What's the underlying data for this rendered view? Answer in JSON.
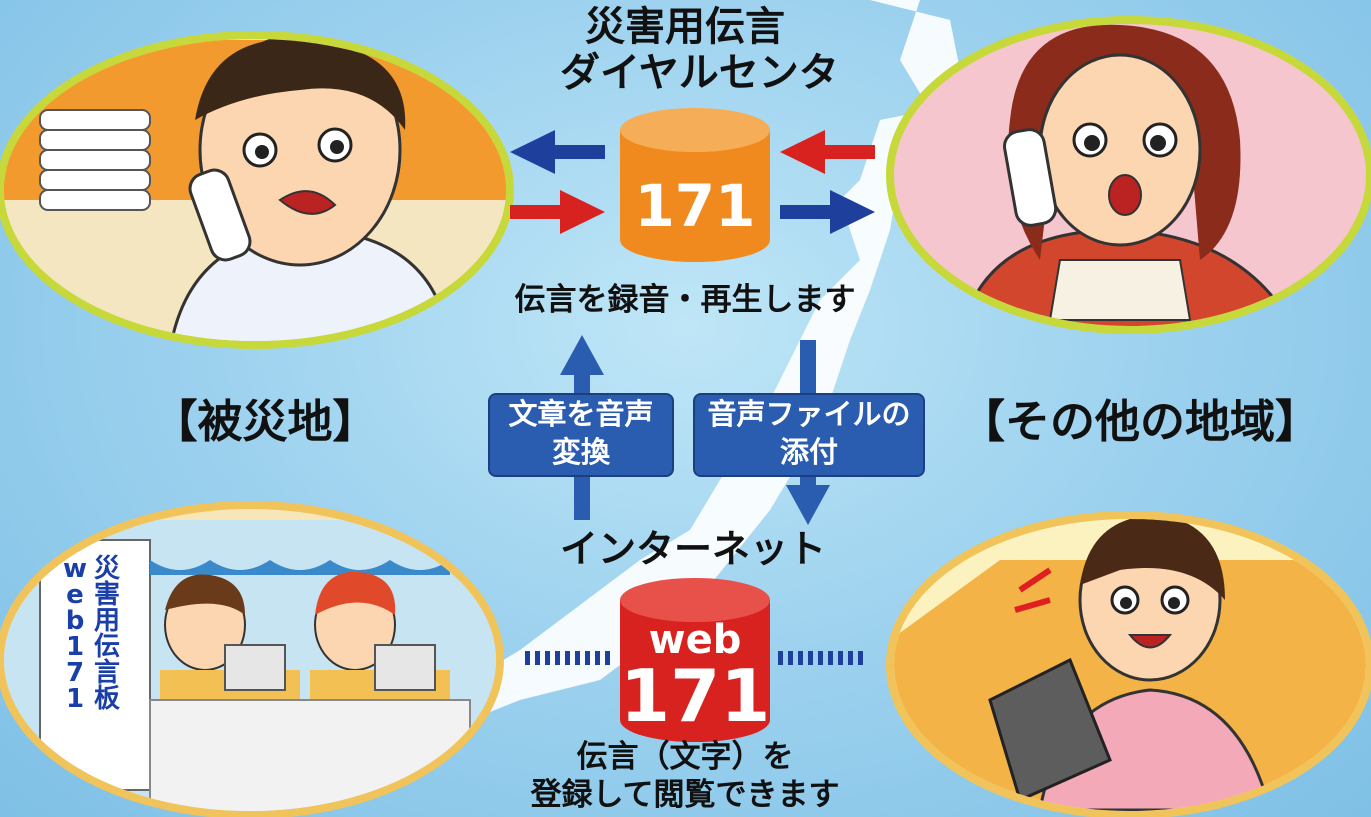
{
  "center_top": {
    "title_line1": "災害用伝言",
    "title_line2": "ダイヤルセンタ",
    "cylinder_label": "171",
    "caption": "伝言を録音・再生します"
  },
  "regions": {
    "left": "【被災地】",
    "right": "【その他の地域】"
  },
  "boxes": {
    "left_line1": "文章を音声",
    "left_line2": "変換",
    "right_line1": "音声ファイルの",
    "right_line2": "添付"
  },
  "internet": {
    "label": "インターネット",
    "cylinder_top": "web",
    "cylinder_num": "171",
    "caption_line1": "伝言（文字）を",
    "caption_line2": "登録して閲覧できます"
  },
  "board": {
    "col_left": [
      "w",
      "e",
      "b",
      "1",
      "7",
      "1"
    ],
    "col_right": [
      "災",
      "害",
      "用",
      "伝",
      "言",
      "板"
    ]
  },
  "colors": {
    "orange_cylinder": "#f08a1e",
    "red_cylinder": "#d8221f",
    "blue_arrow": "#1f3f9c",
    "red_arrow": "#d8221f",
    "box_blue": "#2a5db0",
    "oval_border": "#c7d83a"
  }
}
